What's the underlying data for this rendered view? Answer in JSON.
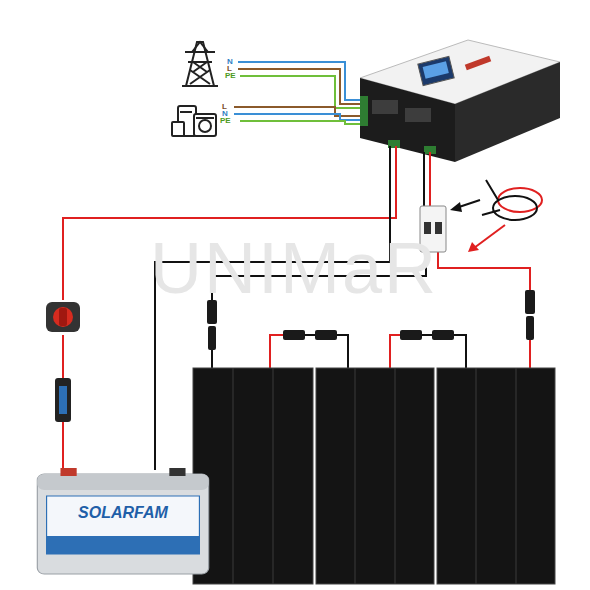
{
  "diagram": {
    "nodes": [
      {
        "text": [
          "SOLARFAM"
        ]
      }
    ],
    "labels": [
      "N",
      "L",
      "PE",
      "L",
      "N",
      "PE",
      "UNIMaR"
    ]
  }
}
